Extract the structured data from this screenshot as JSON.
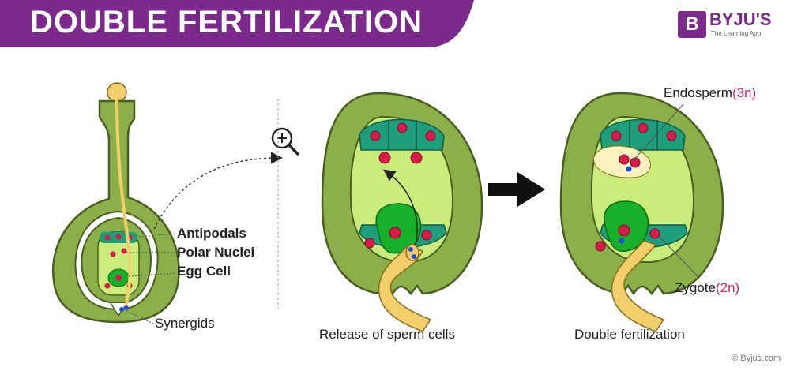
{
  "header": {
    "title": "DOUBLE FERTILIZATION",
    "banner_color": "#7b2a8c"
  },
  "logo": {
    "mark": "B",
    "brand": "BYJU'S",
    "tagline": "The Learning App"
  },
  "labels": {
    "antipodals": "Antipodals",
    "polar_nuclei": "Polar Nuclei",
    "egg_cell": "Egg Cell",
    "synergids": "Synergids",
    "endosperm": "Endosperm",
    "endosperm_ploidy": "(3n)",
    "zygote": "Zygote",
    "zygote_ploidy": "(2n)"
  },
  "captions": {
    "release": "Release of sperm cells",
    "double": "Double fertilization"
  },
  "icons": [
    "zoom-in-icon",
    "right-arrow-icon"
  ],
  "colors": {
    "ovule_wall": "#8bb04a",
    "embryo_sac": "#c9ec7a",
    "cell_layer": "#1e9e7a",
    "nucleus": "#d81b4a",
    "egg_cell": "#17b02a",
    "pollen_tube": "#f2cf6a",
    "sperm": "#1a4fd6",
    "accent": "#d6246a"
  },
  "copyright": "© Byjus.com"
}
